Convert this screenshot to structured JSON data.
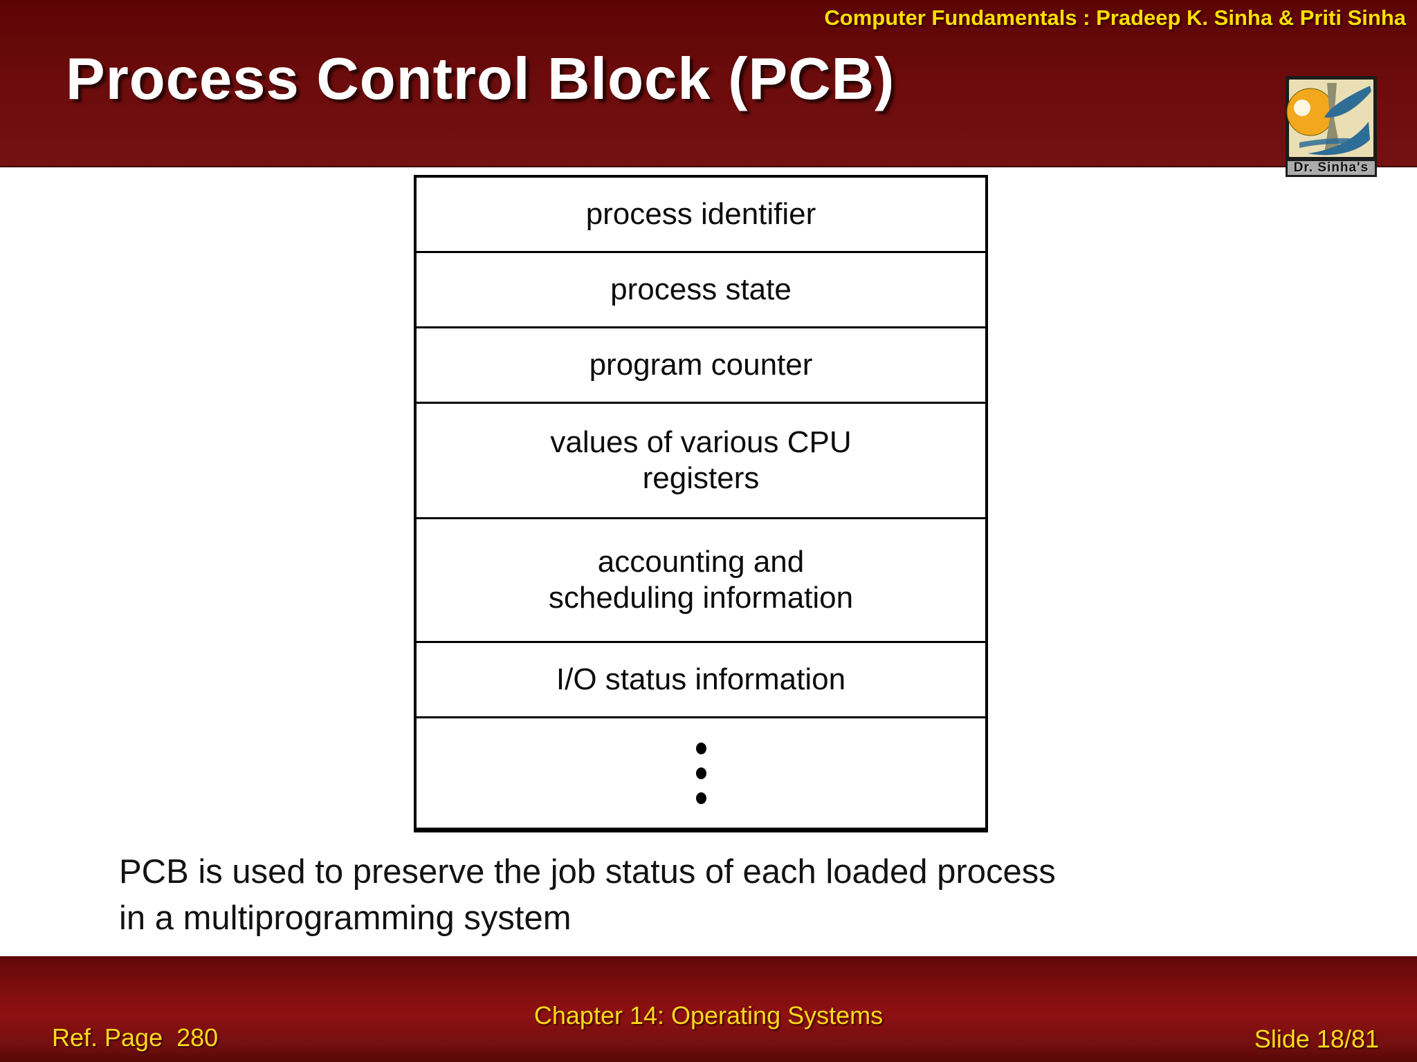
{
  "slide": {
    "header": {
      "credit": "Computer Fundamentals : Pradeep K. Sinha & Priti Sinha",
      "title": "Process Control Block (PCB)"
    },
    "logo": {
      "caption": "Dr. Sinha's"
    },
    "pcb": {
      "rows": [
        "process identifier",
        "process state",
        "program counter",
        "values of various CPU registers",
        "accounting and scheduling information",
        "I/O status information"
      ],
      "ellipsis_dots": 3
    },
    "caption": "PCB is used to preserve the job status of each loaded process in a multiprogramming system",
    "footer": {
      "ref": "Ref. Page  280",
      "chapter": "Chapter 14: Operating Systems",
      "slide_num": "Slide 18/81"
    },
    "colors": {
      "header_maroon_top": "#5c0404",
      "header_maroon_bottom": "#741111",
      "footer_red_mid": "#8e1111",
      "accent_yellow": "#ffdf00",
      "footer_yellow": "#ffd91c",
      "logo_yellow": "#f2a71d",
      "logo_blue": "#2e6d96",
      "logo_cream": "#eadfb4",
      "table_line": "#000000"
    }
  }
}
